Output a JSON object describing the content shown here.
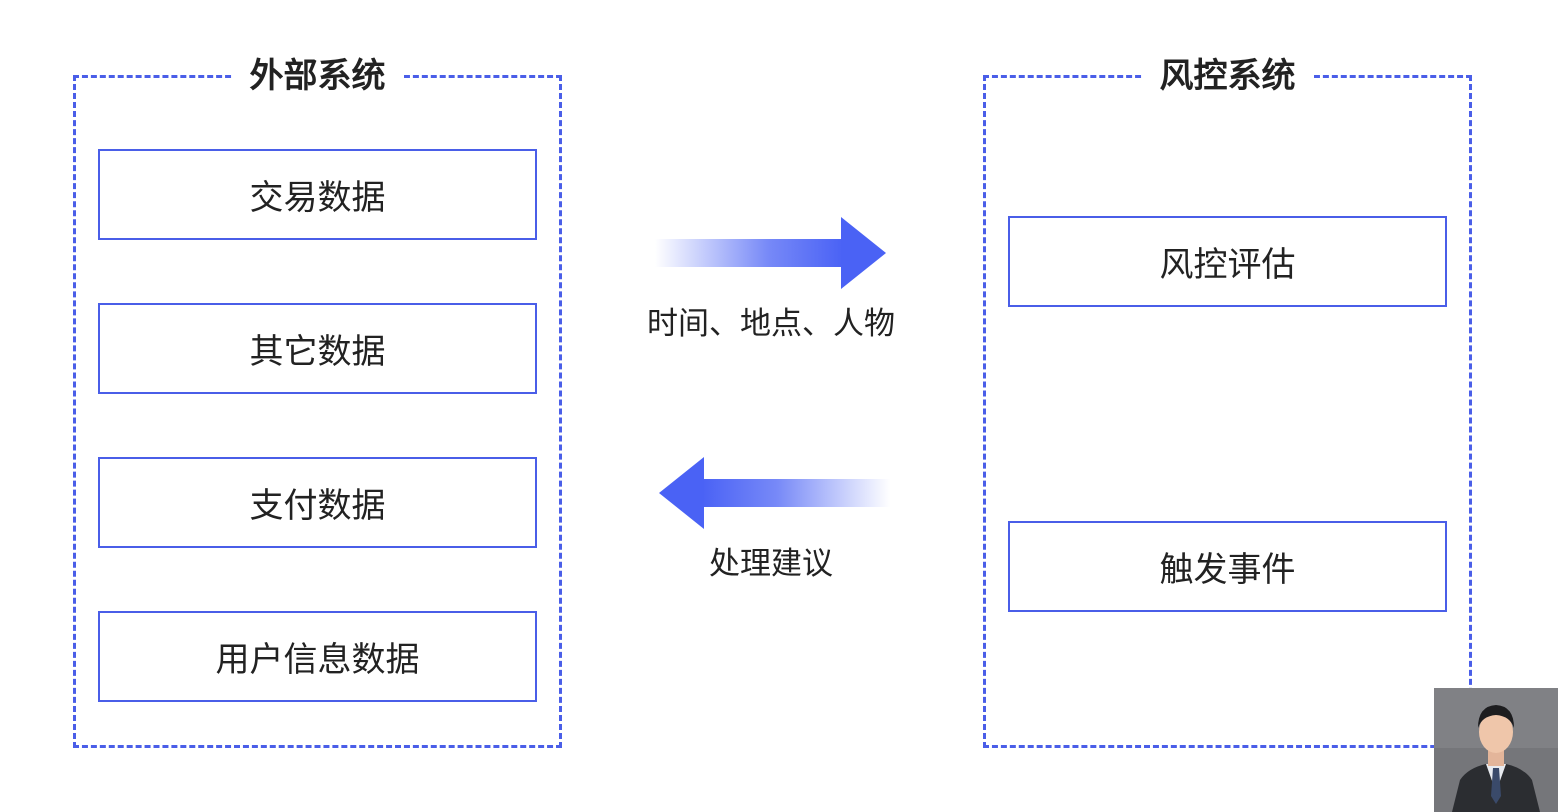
{
  "left_group": {
    "title": "外部系统",
    "boxes": [
      "交易数据",
      "其它数据",
      "支付数据",
      "用户信息数据"
    ]
  },
  "right_group": {
    "title": "风控系统",
    "boxes": [
      "风控评估",
      "触发事件"
    ]
  },
  "flows": {
    "forward_label": "时间、地点、人物",
    "backward_label": "处理建议"
  },
  "colors": {
    "accent": "#4a5ee8",
    "arrow": "#4a62f5",
    "text": "#222222",
    "background": "#ffffff"
  }
}
